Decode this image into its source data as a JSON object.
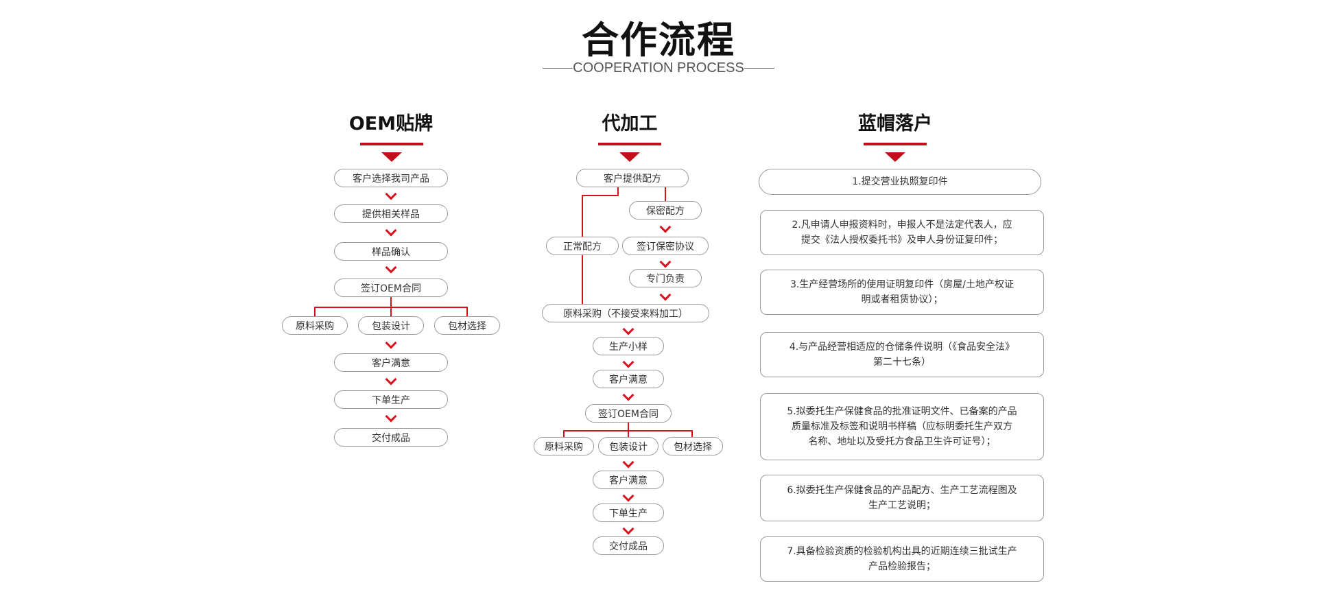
{
  "header": {
    "title": "合作流程",
    "subtitle": "COOPERATION PROCESS"
  },
  "accent_color": "#d8111c",
  "columns": {
    "oem": {
      "title": "OEM贴牌",
      "steps": [
        "客户选择我司产品",
        "提供相关样品",
        "样品确认",
        "签订OEM合同"
      ],
      "branches": [
        "原料采购",
        "包装设计",
        "包材选择"
      ],
      "after": [
        "客户满意",
        "下单生产",
        "交付成品"
      ]
    },
    "processing": {
      "title": "代加工",
      "start": "客户提供配方",
      "normal": "正常配方",
      "secret_steps": [
        "保密配方",
        "签订保密协议",
        "专门负责"
      ],
      "merge": "原料采购（不接受来料加工）",
      "steps": [
        "生产小样",
        "客户满意",
        "签订OEM合同"
      ],
      "branches": [
        "原料采购",
        "包装设计",
        "包材选择"
      ],
      "after": [
        "客户满意",
        "下单生产",
        "交付成品"
      ]
    },
    "bluehat": {
      "title": "蓝帽落户",
      "items": [
        "1.提交营业执照复印件",
        "2.凡申请人申报资料时，申报人不是法定代表人，应\n提交《法人授权委托书》及申人身份证复印件；",
        "3.生产经营场所的使用证明复印件（房屋/土地产权证\n明或者租赁协议）；",
        "4.与产品经营相适应的仓储条件说明（《食品安全法》\n第二十七条）",
        "5.拟委托生产保健食品的批准证明文件、已备案的产品\n质量标准及标签和说明书样稿（应标明委托生产双方\n名称、地址以及受托方食品卫生许可证号）；",
        "6.拟委托生产保健食品的产品配方、生产工艺流程图及\n生产工艺说明；",
        "7.具备检验资质的检验机构出具的近期连续三批试生产\n产品检验报告；"
      ]
    }
  }
}
